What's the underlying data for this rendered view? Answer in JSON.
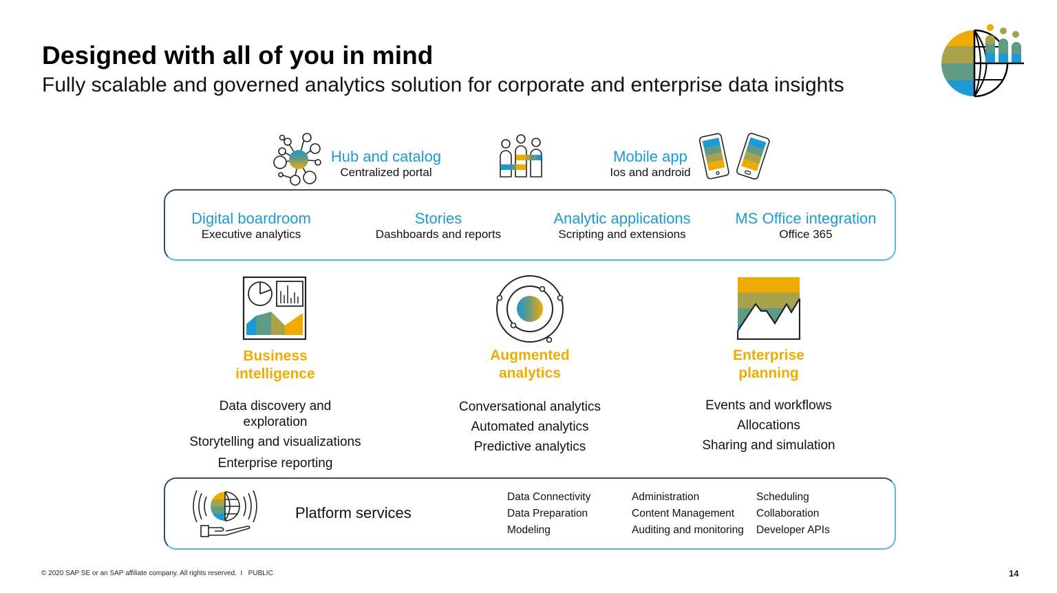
{
  "header": {
    "title": "Designed with all of you in mind",
    "subtitle": "Fully scalable and governed analytics solution for corporate and enterprise data insights"
  },
  "colors": {
    "accent_blue": "#1b9ad6",
    "accent_gold": "#f0ab00",
    "olive": "#a9a24a",
    "teal": "#5f9a85",
    "frame_dark": "#2a4e6e",
    "frame_light": "#57b5e0"
  },
  "top_row": [
    {
      "title": "Hub and catalog",
      "subtitle": "Centralized portal",
      "icon": "hub-network-icon"
    },
    {
      "title": "",
      "subtitle": "",
      "icon": "people-group-icon"
    },
    {
      "title": "Mobile app",
      "subtitle": "Ios and android",
      "icon": "mobile-phones-icon"
    }
  ],
  "experience_band": [
    {
      "title": "Digital boardroom",
      "subtitle": "Executive analytics"
    },
    {
      "title": "Stories",
      "subtitle": "Dashboards and reports"
    },
    {
      "title": "Analytic applications",
      "subtitle": "Scripting and extensions"
    },
    {
      "title": "MS Office integration",
      "subtitle": "Office 365"
    }
  ],
  "pillars": [
    {
      "title_line1": "Business",
      "title_line2": "intelligence",
      "icon": "bi-dashboard-icon",
      "items": [
        "Data discovery and",
        "exploration",
        "Storytelling and visualizations",
        "Enterprise reporting"
      ]
    },
    {
      "title_line1": "Augmented",
      "title_line2": "analytics",
      "icon": "orbit-atom-icon",
      "items": [
        "Conversational analytics",
        "Automated analytics",
        "Predictive analytics"
      ]
    },
    {
      "title_line1": "Enterprise",
      "title_line2": "planning",
      "icon": "planning-chart-icon",
      "items": [
        "Events and workflows",
        "Allocations",
        "Sharing and simulation"
      ]
    }
  ],
  "platform": {
    "label": "Platform services",
    "icon": "globe-hand-icon",
    "columns": [
      [
        "Data Connectivity",
        "Data Preparation",
        "Modeling"
      ],
      [
        "Administration",
        "Content Management",
        "Auditing and monitoring"
      ],
      [
        "Scheduling",
        "Collaboration",
        "Developer APIs"
      ]
    ]
  },
  "footer": {
    "copyright": "© 2020 SAP SE or an SAP affiliate company. All rights reserved.  I   PUBLIC",
    "page_number": "14"
  }
}
